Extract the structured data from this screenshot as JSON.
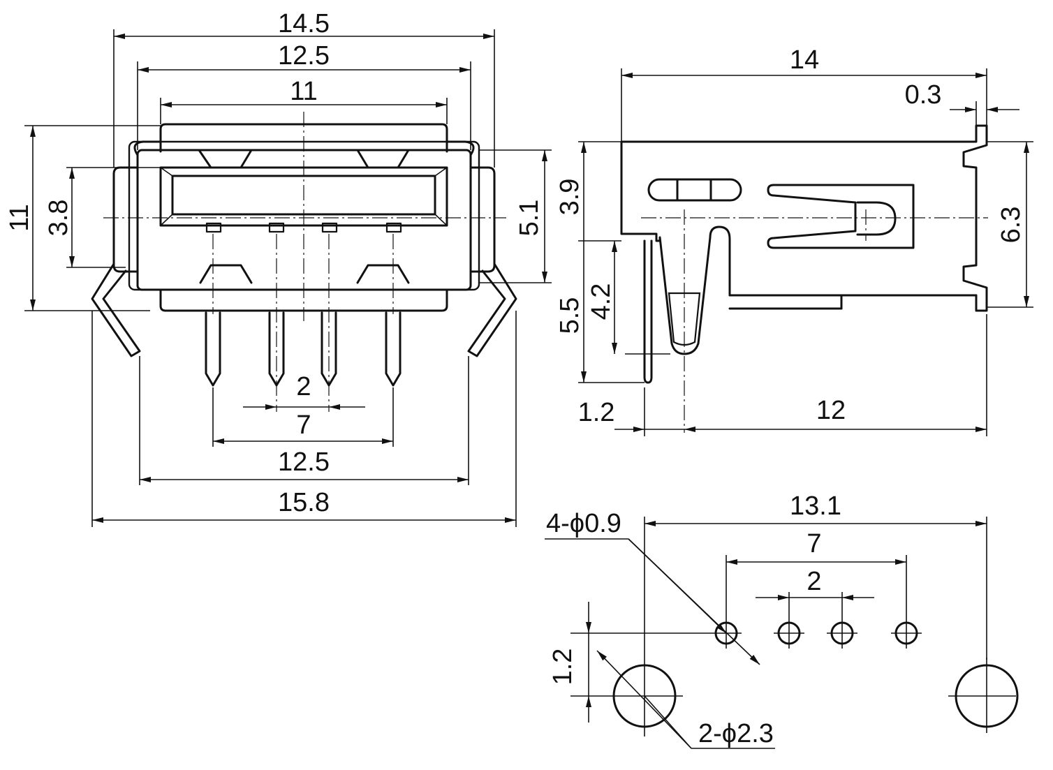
{
  "front_view": {
    "dims": {
      "w_14_5": "14.5",
      "w_12_5_top": "12.5",
      "w_11": "11",
      "h_11": "11",
      "h_3_8": "3.8",
      "h_5_1": "5.1",
      "pitch_2": "2",
      "span_7": "7",
      "w_12_5_bottom": "12.5",
      "w_15_8": "15.8"
    }
  },
  "side_view": {
    "dims": {
      "l_14": "14",
      "t_0_3": "0.3",
      "h_3_9": "3.9",
      "h_6_3": "6.3",
      "h_4_2": "4.2",
      "h_5_5": "5.5",
      "l_1_2": "1.2",
      "l_12": "12"
    }
  },
  "footprint": {
    "dims": {
      "l_13_1": "13.1",
      "holes_small": "4-ϕ0.9",
      "span_7": "7",
      "pitch_2": "2",
      "offset_1_2": "1.2",
      "holes_large": "2-ϕ2.3"
    }
  }
}
